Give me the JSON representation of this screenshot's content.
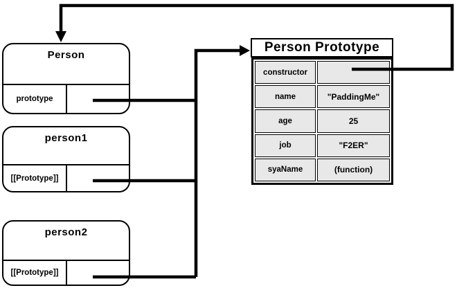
{
  "diagram": {
    "boxes": [
      {
        "title": "Person",
        "slot_label": "prototype"
      },
      {
        "title": "person1",
        "slot_label": "[[Prototype]]"
      },
      {
        "title": "person2",
        "slot_label": "[[Prototype]]"
      }
    ],
    "prototype_table": {
      "title": "Person Prototype",
      "rows": [
        {
          "key": "constructor",
          "value": ""
        },
        {
          "key": "name",
          "value": "\"PaddingMe\""
        },
        {
          "key": "age",
          "value": "25"
        },
        {
          "key": "job",
          "value": "\"F2ER\""
        },
        {
          "key": "syaName",
          "value": "(function)"
        }
      ]
    },
    "edges": [
      {
        "from": "Person.prototype",
        "to": "Person Prototype",
        "style": "arrow"
      },
      {
        "from": "person1.[[Prototype]]",
        "to": "Person Prototype",
        "style": "arrow"
      },
      {
        "from": "person2.[[Prototype]]",
        "to": "Person Prototype",
        "style": "arrow"
      },
      {
        "from": "Person Prototype.constructor",
        "to": "Person",
        "style": "arrow"
      }
    ],
    "colors": {
      "line": "#000000",
      "border": "#000000",
      "cell_fill": "#e8e8e8",
      "box_fill": "#ffffff",
      "background": "#ffffff"
    }
  }
}
